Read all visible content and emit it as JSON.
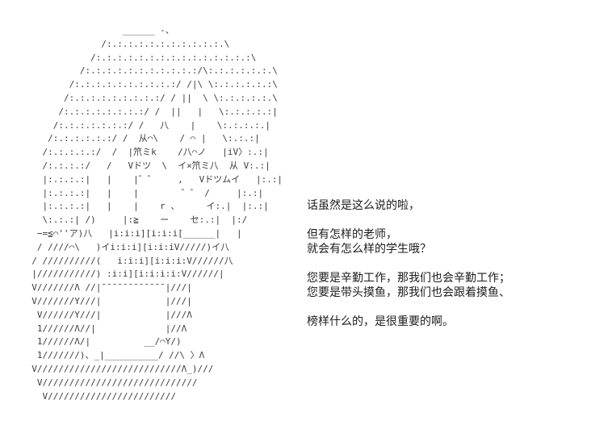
{
  "page": {
    "background_color": "#ffffff",
    "art_color": "#3c3c3c",
    "text_color": "#1c1c1c"
  },
  "ascii_art": {
    "description": "ascii-art-girl-holding-blank-sign",
    "lines": [
      "                   ______ -、",
      "               /:.:.:.:.:.:.:.:.:.:.:.\\",
      "             /:.:.:.:.:.:.:.:.:.:.:.:.:.:.:\\",
      "           /:.:.:.:.:.:.:.:.:.:.:/\\:.:.:.:.:.:.\\",
      "         /:.:.:.:.:.:.:.:.:.:/ /|\\ \\:.:.:.:.:.:\\",
      "        /:.:.:.:.:.:.:.:.:/ / ||  \\ \\:.:.:.:.:.\\",
      "       /:.:.:.:.:.:.:.:/ /  ||   |   \\:.:.:.:.:|",
      "      /:.:.:.:.:.:.:/ /   八    |    \\:.:.:.:.|",
      "     /:.:.:.:.:.:/ /  从⌒\\    / ⌒ |   \\:.:.:|",
      "    /:.:.:.:.:/  /  |笊ミk    /八⌒ノ   |iV〉:.:|",
      "    /:.:.:.:/   /   Vドツ  \\  イ×笊ミ八  从 V:.:|",
      "    |:.:.:.:|   |    |゛゛    ,   Vドツムイ   |:.:|",
      "    |:.:.:.:|   |    |        ゛゛ /     |:.:|",
      "    |:.:.:.:|   |    |    r 、     イ:.|  |:.:|",
      "    \\:.:.:| /)     |:≧    ー    セ:.:|  |:/",
      "   −=≦⌒''ア)八   |i:i:i][i:i:i[______|   |",
      "   / ////⌒\\   )イi:i:i][i:i:iV/////)イ八",
      "  / //////////(   i:i:i][i:i:i:V//////八",
      "  |///////////) :i:i][i:i:i:i:V//////|",
      "  V///////Λ //|¯¯¯¯¯¯¯¯¯¯¯¯|///|",
      "  V///////Y///|            |///|",
      "   V//////Y///|            |///Λ",
      "   1//////Λ//|             |//Λ",
      "   1//////Λ/|          __/⌒Y/)",
      "   1///////)、_|__________/ //\\ 〉Λ",
      "  V///////////////////////////Λ_)///",
      "   V/////////////////////////////",
      "    V////////////////////////"
    ]
  },
  "dialogue": {
    "paragraphs": [
      {
        "lines": [
          "话虽然是这么说的啦，"
        ]
      },
      {
        "lines": [
          "但有怎样的老师，",
          "就会有怎么样的学生哦？"
        ]
      },
      {
        "lines": [
          "您要是辛勤工作，那我们也会辛勤工作；",
          "您要是带头摸鱼，那我们也会跟着摸鱼、"
        ]
      },
      {
        "lines": [
          "榜样什么的，是很重要的啊。"
        ]
      }
    ]
  }
}
